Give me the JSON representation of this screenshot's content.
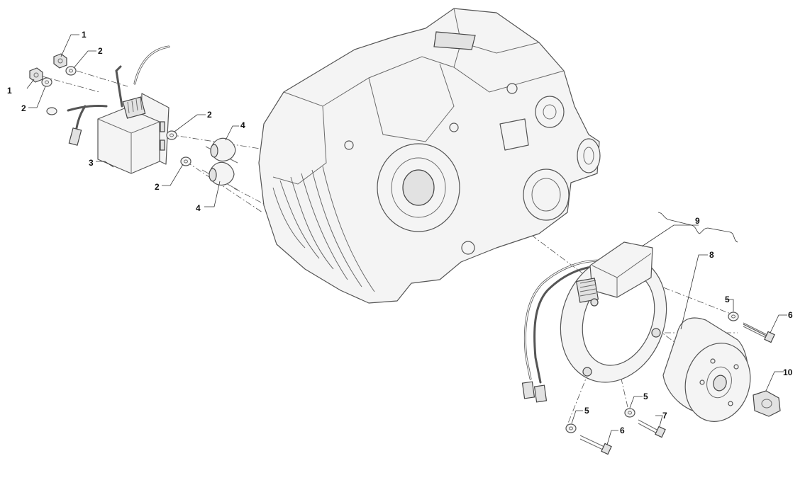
{
  "callouts": {
    "c1a": "1",
    "c1b": "1",
    "c2a": "2",
    "c2b": "2",
    "c2c": "2",
    "c2d": "2",
    "c3": "3",
    "c4a": "4",
    "c4b": "4",
    "c5a": "5",
    "c5b": "5",
    "c5c": "5",
    "c6a": "6",
    "c6b": "6",
    "c7": "7",
    "c8": "8",
    "c9": "9",
    "c10": "10"
  }
}
